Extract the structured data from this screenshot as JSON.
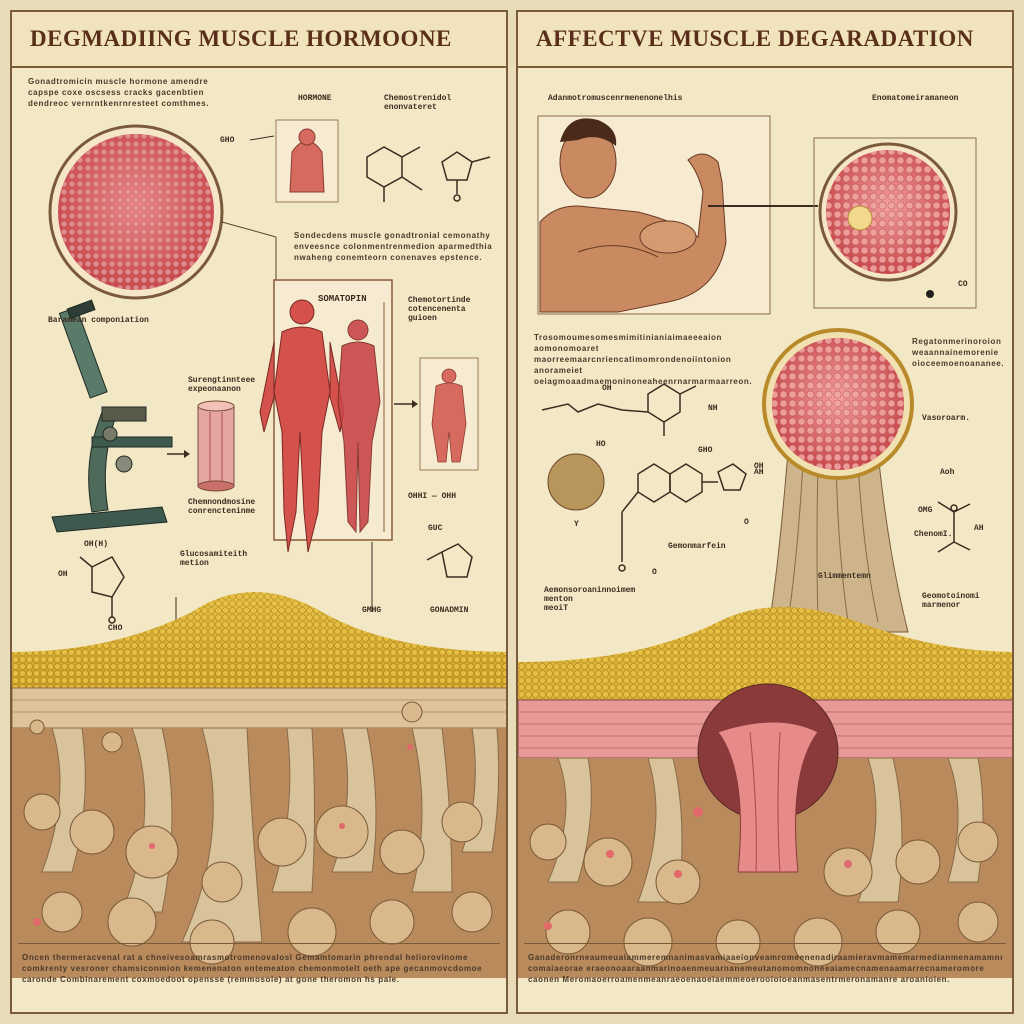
{
  "left_panel": {
    "title": "DEGMADIING MUSCLE HORMOONE",
    "intro_text": "Gonadtromicin muscle hormone amendre\ncapspe coxe oscsess cracks gacenbtien\ndendreoc vernrntkenrnresteet comthmes.",
    "labels": {
      "hormon": "HORMONE",
      "chem_top": "Chemostrenidol\nenonvateret",
      "gho": "GHO",
      "mid_text": "Sondecdens muscle gonadtronial cemonathy\nenveesnce colonmentrenmedion aparmedthia\nnwaheng conemteorn conenaves epstence.",
      "somatop": "SOMATOPIN",
      "chem_right": "Chemotortinde\ncotencenenta\nguioen",
      "bone_marrow": "Baramean componiation",
      "cylinder": "Surengtinnteee\nexpeonaanon",
      "below_cyl": "Chemnondmosine\nconrencteninme",
      "omn": "OHHI — OHH",
      "ring_label": "OH(H)",
      "chem_mid": "Glucosamiteith\nmetion",
      "oh": "OH",
      "cho": "CHO",
      "guc": "GUC",
      "center_chem": "GMHG",
      "contain": "GONADMIN"
    },
    "footer_text": "Oncen thermeracvenal rat a chneivesoamrasmotromenovalosl Gemamtomarin phrendal heliorovinome\ncomkrenty vesroner chamsiconmion kemenenaton entemeaton chemonmotelt oeth ape gecanmovcdomoe\ncaronde Combinarement coxmoedoot opensse (remmosoie) at gone theromon hs pale."
  },
  "right_panel": {
    "title": "AFFECTVE MUSCLE DEGARADATION",
    "labels": {
      "top_left": "Adanmotromuscenrmenenonelhis",
      "top_right": "Enomatomeiramaneon",
      "intro_text": "Trosomoumesomesmimitinianiaimaeeeaion aomonomoaret\nmaorreemaarcnriencatimomrondenoiintonion anorameiet\noeiagmoaadmaemoninoneaheenrnarmarmaarreon.",
      "right_text": "Regatonmerinoroion\nweaannainemorenie\noioceemoenoananee.",
      "oh_top": "OH",
      "nh": "NH",
      "ho": "HO",
      "gho": "GHO",
      "oh1": "OH",
      "vasc": "Vasoroarm.",
      "chem_label": "Gemonmarfein",
      "aoh": "Aoh",
      "ome": "OMG",
      "ome2": "ChenomI.",
      "ah": "AH",
      "ah2": "AH",
      "left_label": "Aemonsoroaninnoimem\nmenton\nmeoiT",
      "right_label": "Geomotoinomi\nmarmenor",
      "y": "Y",
      "m1": "O",
      "m2": "O",
      "chem2": "CO",
      "uvr": "Glimmentemn"
    },
    "footer_text": "Ganaderonrneaumeuaiammeremnanimasvamiaaeionveamromeenenadiraamieravmamemarmedianmenamamnmenan\ncomaiaeorae eraeonoaaraanmarinoaenmeuarnanemeutanomomnoneeaiamecnamenaamarrecnameromore\ncaonen Meromaoerroamenmeanraeoenaoeiaemmeoerooioioeanmasentrmeronamanre aroanioien."
  },
  "colors": {
    "paper": "#f3e8c6",
    "frame": "#7a5a3a",
    "muscle": "#c9474a",
    "fat": "#d9b13a",
    "tissue": "#cdb48a",
    "cell": "#d9b88c",
    "ink": "#3a2c20"
  }
}
